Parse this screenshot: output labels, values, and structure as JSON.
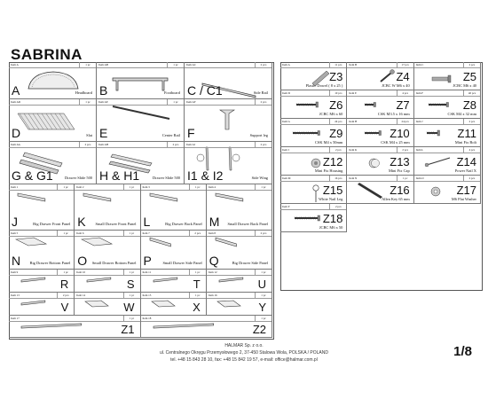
{
  "doc": {
    "title": "SABRINA",
    "page": "1/8",
    "company": "HALMAR Sp. z o.o.",
    "address": "ul. Centralnego Okręgu Przemysłowego 2, 37-450 Stalowa Wola, POLSKA / POLAND",
    "contact": "tel. +48 15 843 28 10, fax: +48 15 842 19 57, e-mail: office@halmar.com.pl"
  },
  "left": [
    {
      "item": "Item A",
      "qty": "1 pc",
      "letter": "A",
      "desc": "Headboard"
    },
    {
      "item": "Item AB",
      "qty": "1 pc",
      "letter": "B",
      "desc": "Footboard"
    },
    {
      "item": "Item AC",
      "qty": "2 pcs",
      "letter": "C / C1",
      "desc": "Side Rail"
    },
    {
      "item": "Item AD",
      "qty": "1 pc",
      "letter": "D",
      "desc": "Slat"
    },
    {
      "item": "Item AE",
      "qty": "1 pc",
      "letter": "E",
      "desc": "Center Rail"
    },
    {
      "item": "Item AF",
      "qty": "2 pcs",
      "letter": "F",
      "desc": "Support leg"
    },
    {
      "item": "Item AG",
      "qty": "2 pcs",
      "letter": "G & G1",
      "desc": "Drawer Slide 500"
    },
    {
      "item": "Item AH",
      "qty": "2 pcs",
      "letter": "H & H1",
      "desc": "Drawer Slide 500"
    },
    {
      "item": "Item AI",
      "qty": "2 pcs",
      "letter": "I1 & I2",
      "desc": "Side Wing"
    },
    {
      "item": "Item 1",
      "qty": "1 pc",
      "letter": "J",
      "desc": "Big Drawer Front Panel"
    },
    {
      "item": "Item 2",
      "qty": "1 pc",
      "letter": "K",
      "desc": "Small Drawer Front Panel"
    },
    {
      "item": "Item 3",
      "qty": "1 pc",
      "letter": "L",
      "desc": "Big Drawer Back Panel"
    },
    {
      "item": "Item 4",
      "qty": "1 pc",
      "letter": "M",
      "desc": "Small Drawer Back Panel"
    },
    {
      "item": "Item 5",
      "qty": "1 pc",
      "letter": "N",
      "desc": "Big Drawer Bottom Panel"
    },
    {
      "item": "Item 6",
      "qty": "1 pc",
      "letter": "O",
      "desc": "Small Drawer Bottom Panel"
    },
    {
      "item": "Item 7",
      "qty": "2 pcs",
      "letter": "P",
      "desc": "Small Drawer Side Panel"
    },
    {
      "item": "Item 8",
      "qty": "2 pcs",
      "letter": "Q",
      "desc": "Big Drawer Side Panel"
    },
    {
      "item": "Item 9",
      "qty": "1 pc",
      "letter": "R",
      "desc": ""
    },
    {
      "item": "Item 10",
      "qty": "1 pc",
      "letter": "S",
      "desc": ""
    },
    {
      "item": "Item 11",
      "qty": "1 pc",
      "letter": "T",
      "desc": ""
    },
    {
      "item": "Item 12",
      "qty": "1 pc",
      "letter": "U",
      "desc": ""
    },
    {
      "item": "Item 13",
      "qty": "2 pcs",
      "letter": "V",
      "desc": ""
    },
    {
      "item": "Item 14",
      "qty": "1 pc",
      "letter": "W",
      "desc": ""
    },
    {
      "item": "Item 15",
      "qty": "1 pc",
      "letter": "X",
      "desc": ""
    },
    {
      "item": "Item 16",
      "qty": "1 pc",
      "letter": "Y",
      "desc": ""
    },
    {
      "item": "Item 17",
      "qty": "1 pc",
      "letter": "Z1",
      "desc": ""
    },
    {
      "item": "Item 18",
      "qty": "1 pc",
      "letter": "Z2",
      "desc": ""
    }
  ],
  "right": [
    {
      "item": "Item A",
      "qty": "11 pcs",
      "letter": "Z3",
      "desc": "Plastic Dowel ( 8 x 25 )"
    },
    {
      "item": "Item B",
      "qty": "17 pcs",
      "letter": "Z4",
      "desc": "JCBC W M6 x 40"
    },
    {
      "item": "Item C",
      "qty": "2 pcs",
      "letter": "Z5",
      "desc": "JCBC M6 x 40"
    },
    {
      "item": "Item D",
      "qty": "10 pcs",
      "letter": "Z6",
      "desc": "JCBC M6 x 60"
    },
    {
      "item": "Item E",
      "qty": "4 pcs",
      "letter": "Z7",
      "desc": "CSK M3.5 x 16 mm"
    },
    {
      "item": "Item F",
      "qty": "40 pcs",
      "letter": "Z8",
      "desc": "CSK M4 x 32 mm"
    },
    {
      "item": "Item G",
      "qty": "24 pcs",
      "letter": "Z9",
      "desc": "CSK M4 x 50mm"
    },
    {
      "item": "Item H",
      "qty": "24 pcs",
      "letter": "Z10",
      "desc": "CSK M4 x 25 mm"
    },
    {
      "item": "Item J",
      "qty": "2 pcs",
      "letter": "Z11",
      "desc": "Mini Fix Bolt"
    },
    {
      "item": "Item I",
      "qty": "2 pcs",
      "letter": "Z12",
      "desc": "Mini Fix Housing"
    },
    {
      "item": "Item K",
      "qty": "2 pcs",
      "letter": "Z13",
      "desc": "Mini Fix Cap"
    },
    {
      "item": "Item L",
      "qty": "4 pcs",
      "letter": "Z14",
      "desc": "Power Nail X"
    },
    {
      "item": "Item M",
      "qty": "16 pcs",
      "letter": "Z15",
      "desc": "White Nail Leg"
    },
    {
      "item": "Item N",
      "qty": "1 pc",
      "letter": "Z16",
      "desc": "Allen Key 65 mm"
    },
    {
      "item": "Item O",
      "qty": "2 pcs",
      "letter": "Z17",
      "desc": "M6 Flat Washer"
    },
    {
      "item": "Item P",
      "qty": "2 pcs",
      "letter": "Z18",
      "desc": "JCBC M6 x 50"
    }
  ]
}
